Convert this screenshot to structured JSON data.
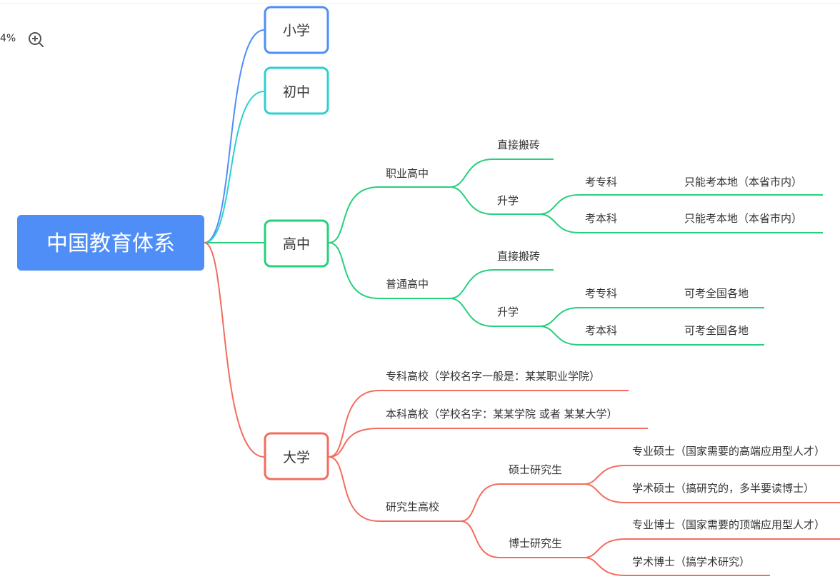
{
  "zoom": {
    "label": "4%"
  },
  "colors": {
    "root": "#4f8ef7",
    "primary": "#4f8ef7",
    "middle": "#2fcfcf",
    "high": "#26d07c",
    "university": "#f26d5f"
  },
  "root": {
    "label": "中国教育体系"
  },
  "primary": {
    "label": "小学"
  },
  "middle": {
    "label": "初中"
  },
  "high": {
    "label": "高中",
    "vocational": {
      "label": "职业高中",
      "work": "直接搬砖",
      "advance": "升学",
      "junior_college": "考专科",
      "junior_college_note": "只能考本地（本省市内）",
      "bachelor": "考本科",
      "bachelor_note": "只能考本地（本省市内）"
    },
    "general": {
      "label": "普通高中",
      "work": "直接搬砖",
      "advance": "升学",
      "junior_college": "考专科",
      "junior_college_note": "可考全国各地",
      "bachelor": "考本科",
      "bachelor_note": "可考全国各地"
    }
  },
  "university": {
    "label": "大学",
    "junior_college": "专科高校（学校名字一般是：某某职业学院）",
    "undergrad": "本科高校（学校名字：某某学院 或者 某某大学）",
    "graduate": {
      "label": "研究生高校",
      "master": {
        "label": "硕士研究生",
        "professional": "专业硕士（国家需要的高端应用型人才）",
        "academic": "学术硕士（搞研究的，多半要读博士）"
      },
      "doctor": {
        "label": "博士研究生",
        "professional": "专业博士（国家需要的顶端应用型人才）",
        "academic": "学术博士（搞学术研究）"
      }
    }
  }
}
